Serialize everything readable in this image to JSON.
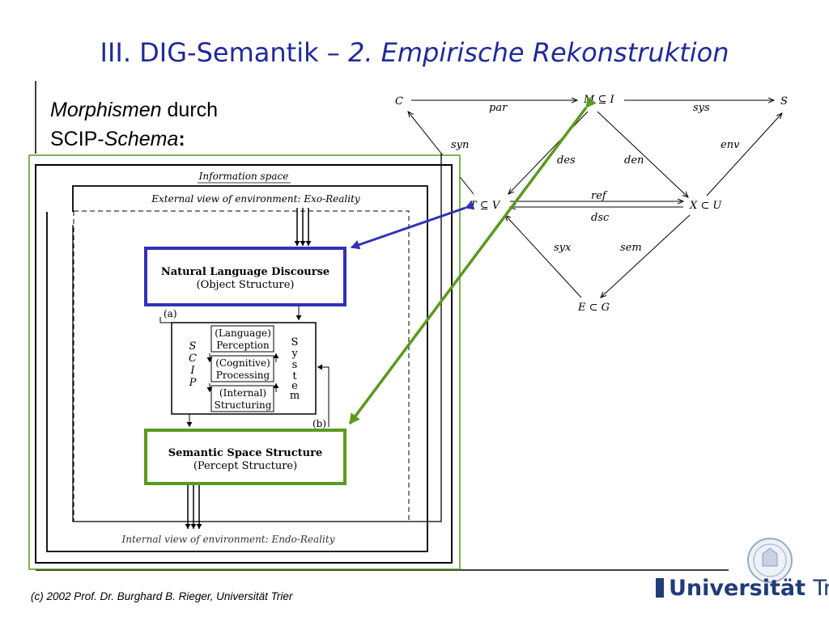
{
  "slide": {
    "title_main": "III. DIG-Semantik – ",
    "title_sub": "2. Empirische Rekonstruktion",
    "subtitle_italic1": "Morphismen",
    "subtitle_text1": " durch",
    "subtitle_text2": "SCIP-",
    "subtitle_italic2": "Schema",
    "subtitle_colon": ":",
    "footer": "(c) 2002  Prof. Dr. Burghard B. Rieger, Universität Trier",
    "logo_universitat": "Universität",
    "logo_trier": "Trier"
  },
  "scip": {
    "information_space": "Information space",
    "exo_reality": "External view of environment: Exo-Reality",
    "nl_title": "Natural Language Discourse",
    "nl_sub": "(Object Structure)",
    "label_a": "(a)",
    "label_b": "(b)",
    "scip_letters": [
      "S",
      "C",
      "I",
      "P"
    ],
    "system_letters": [
      "S",
      "y",
      "s",
      "t",
      "e",
      "m"
    ],
    "stage1a": "(Language)",
    "stage1b": "Perception",
    "stage2a": "(Cognitive)",
    "stage2b": "Processing",
    "stage3a": "(Internal)",
    "stage3b": "Structuring",
    "sss_title": "Semantic Space Structure",
    "sss_sub": "(Percept Structure)",
    "endo_reality": "Internal view of environment: Endo-Reality"
  },
  "graph": {
    "node_C": "C",
    "node_M": "M ⊆ I",
    "node_S": "S",
    "node_T": "T ⊆ V",
    "node_X": "X ⊂ U",
    "node_E": "E ⊂ G",
    "edge_par": "par",
    "edge_sys": "sys",
    "edge_syn": "syn",
    "edge_des": "des",
    "edge_den": "den",
    "edge_env": "env",
    "edge_ref": "ref",
    "edge_dsc": "dsc",
    "edge_syx": "syx",
    "edge_sem": "sem"
  },
  "colors": {
    "title": "#1f2a9a",
    "highlight_blue": "#3232b4",
    "highlight_green": "#5a9a1e",
    "logo": "#1f3c78"
  }
}
